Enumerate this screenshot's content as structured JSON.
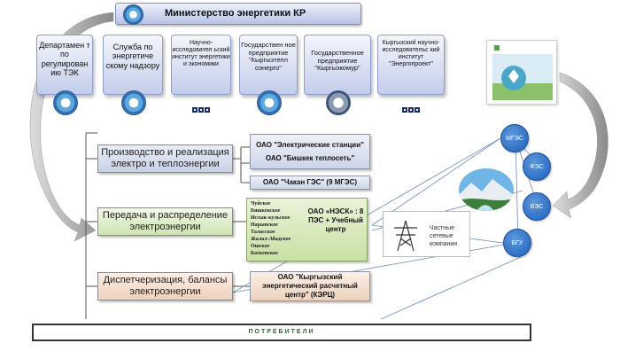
{
  "ministry": {
    "title": "Министерство энергетики КР"
  },
  "agencies": [
    {
      "label": "Департамен т по регулирован ию ТЭК",
      "logo": "emblem"
    },
    {
      "label": "Служба по энергетиче скому надзору",
      "logo": "emblem"
    },
    {
      "label": "Научно-исследовател ьский институт энергетики и экономики",
      "logo": "bars"
    },
    {
      "label": "Государствен ное предприятие \"Кыргызтепл оэнерго\"",
      "logo": "emblem"
    },
    {
      "label": "Государственное предприятие \"Кыргызкомур\"",
      "logo": "emblem-gray"
    },
    {
      "label": "Кыргызский научно-исследовательс кий институт \"Энергопроект\"",
      "logo": "bars"
    }
  ],
  "categories": {
    "generation": "Производство и реализация электро и теплоэнергии",
    "transmission": "Передача и распределение электроэнергии",
    "dispatch": "Диспетчеризация, балансы электроэнергии"
  },
  "generation_entities": [
    "ОАО \"Электрические станции\"",
    "ОАО \"Бишкек теплосеть\"",
    "ОАО \"Чакан ГЭС\" (9 МГЭС)"
  ],
  "regions": [
    "Чуйское",
    "Бишкекское",
    "Иссык-кульское",
    "Нарынское",
    "Таласское",
    "Жалал-Абадское",
    "Ошское",
    "Баткенское"
  ],
  "nesk": "ОАО «НЭСК» : 8 ПЭС + Учебный центр",
  "dispatch_entity": "ОАО \"Кыргызский энергетический расчетный центр\" (КЭРЦ)",
  "private": {
    "label": "Частные сетевые компании"
  },
  "renewables": [
    "МГЭС",
    "ФЭС",
    "ВЭС",
    "БГУ"
  ],
  "consumers": "ПОТРЕБИТЕЛИ",
  "colors": {
    "agency_fill": "#c3cdea",
    "transmission_fill": "#cfe3b2",
    "dispatch_fill": "#efd0bb",
    "circle_blue": "#1d5fbb"
  }
}
